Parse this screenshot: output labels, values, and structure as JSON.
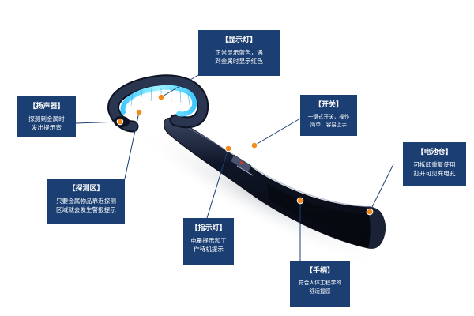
{
  "callouts": [
    {
      "id": "display-light",
      "title": "【显示灯】",
      "text": "正常显示蓝色，遇\n到金属时显示红色"
    },
    {
      "id": "speaker",
      "title": "【扬声器】",
      "text": "探测到金属时\n发出提示音"
    },
    {
      "id": "switch",
      "title": "【开关】",
      "text": "一键式开关，操作\n简单，容易上手"
    },
    {
      "id": "battery",
      "title": "【电池仓】",
      "text": "可拆卸重复使用\n打开可见充电孔"
    },
    {
      "id": "detect-zone",
      "title": "【探测区】",
      "text": "只要金属物品靠近探测\n区域就会发生警报提示"
    },
    {
      "id": "indicator",
      "title": "【指示灯】",
      "text": "电量提示和工\n作待机提示"
    },
    {
      "id": "handle",
      "title": "【手柄】",
      "text": "符合人体工程学的\n舒适握感"
    }
  ],
  "colors": {
    "callout_bg": "#1b3f73",
    "leader_line": "#1b3f73",
    "marker": "#f28a1e",
    "device_body": "#0f1424",
    "glow": "#6fe3ff"
  }
}
